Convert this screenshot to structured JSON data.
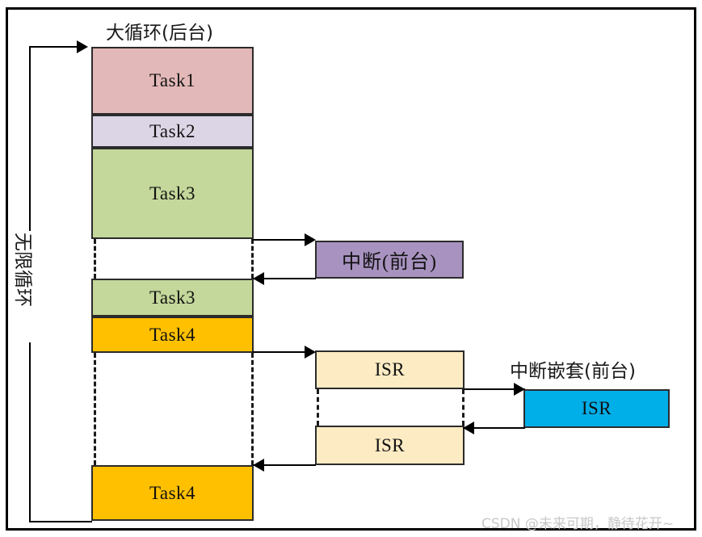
{
  "diagram": {
    "title_background_loop": "大循环(后台)",
    "label_infinite_loop": "无限循环",
    "label_nested_interrupt": "中断嵌套(前台)",
    "watermark": "CSDN @未来可期，静待花开~",
    "colors": {
      "task1": "#E3B8B8",
      "task2": "#DCD5E6",
      "task3": "#C3D89A",
      "task4": "#FFC000",
      "interrupt": "#A893C0",
      "isr_cream": "#FDEBC4",
      "isr_blue": "#00AEE8",
      "outline": "#2b2b2b",
      "frame": "#000000",
      "watermark": "#c8c8c8"
    },
    "main_column": [
      {
        "name": "task1",
        "label": "Task1",
        "color_key": "task1"
      },
      {
        "name": "task2",
        "label": "Task2",
        "color_key": "task2"
      },
      {
        "name": "task3-first",
        "label": "Task3",
        "color_key": "task3"
      },
      {
        "name": "task3-second",
        "label": "Task3",
        "color_key": "task3"
      },
      {
        "name": "task4-first",
        "label": "Task4",
        "color_key": "task4"
      },
      {
        "name": "task4-second",
        "label": "Task4",
        "color_key": "task4"
      }
    ],
    "interrupt_column": [
      {
        "name": "interrupt-foreground",
        "label": "中断(前台)",
        "color_key": "interrupt"
      },
      {
        "name": "isr-first",
        "label": "ISR",
        "color_key": "isr_cream"
      },
      {
        "name": "isr-second",
        "label": "ISR",
        "color_key": "isr_cream"
      }
    ],
    "nested_column": [
      {
        "name": "isr-nested",
        "label": "ISR",
        "color_key": "isr_blue"
      }
    ],
    "blocks": {
      "task1": "Task1",
      "task2": "Task2",
      "task3_a": "Task3",
      "task3_b": "Task3",
      "task4_a": "Task4",
      "task4_b": "Task4",
      "interrupt": "中断(前台)",
      "isr_a": "ISR",
      "isr_b": "ISR",
      "isr_nested": "ISR"
    }
  }
}
